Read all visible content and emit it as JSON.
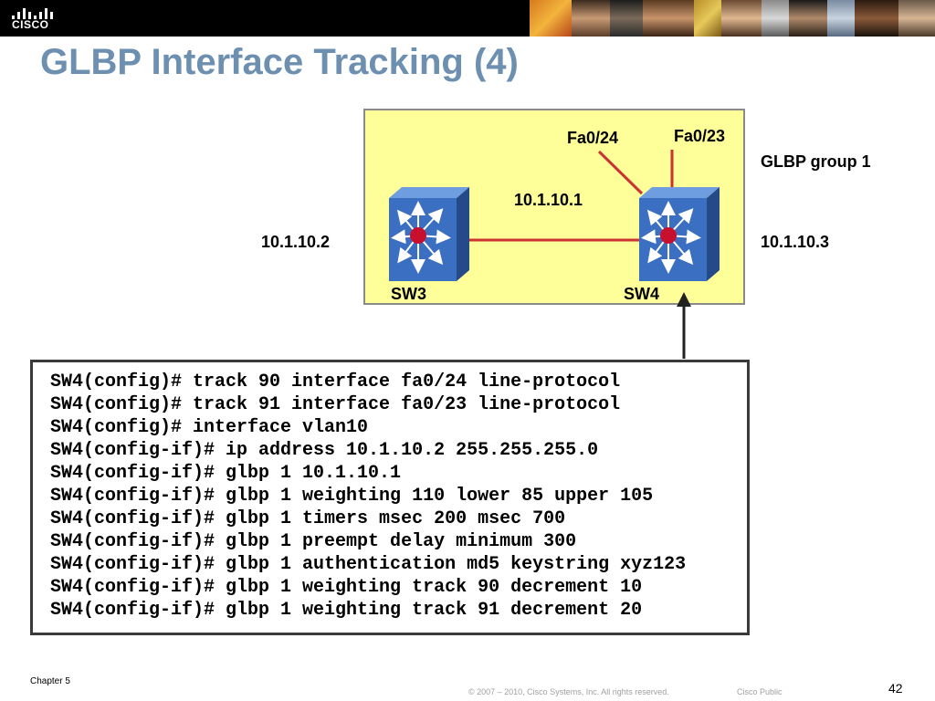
{
  "brand": {
    "logo_text": "CISCO",
    "logo_icon": "cisco-bars-icon"
  },
  "header": {
    "photo_strip": "people-photos-banner"
  },
  "slide": {
    "title": "GLBP Interface Tracking (4)"
  },
  "diagram": {
    "group_label": "GLBP group 1",
    "virtual_ip": "10.1.10.1",
    "sw3": {
      "name": "SW3",
      "ip": "10.1.10.2",
      "icon": "multilayer-switch-icon"
    },
    "sw4": {
      "name": "SW4",
      "ip": "10.1.10.3",
      "icon": "multilayer-switch-icon"
    },
    "interfaces": [
      "Fa0/24",
      "Fa0/23"
    ],
    "colors": {
      "background": "#ffff99",
      "link": "#cc3333",
      "switch": "#3a6fc2"
    }
  },
  "config": {
    "lines": [
      "SW4(config)# track 90 interface fa0/24 line-protocol",
      "SW4(config)# track 91 interface fa0/23 line-protocol",
      "SW4(config)# interface vlan10",
      "SW4(config-if)# ip address 10.1.10.2 255.255.255.0",
      "SW4(config-if)# glbp 1 10.1.10.1",
      "SW4(config-if)# glbp 1 weighting 110 lower 85 upper 105",
      "SW4(config-if)# glbp 1 timers msec 200 msec 700",
      "SW4(config-if)# glbp 1 preempt delay minimum 300",
      "SW4(config-if)# glbp 1 authentication md5 keystring xyz123",
      "SW4(config-if)# glbp 1 weighting track 90 decrement 10",
      "SW4(config-if)# glbp 1 weighting track 91 decrement 20"
    ]
  },
  "footer": {
    "chapter": "Chapter 5",
    "copyright": "© 2007 – 2010, Cisco Systems, Inc. All rights reserved.",
    "classification": "Cisco Public",
    "page": "42"
  }
}
